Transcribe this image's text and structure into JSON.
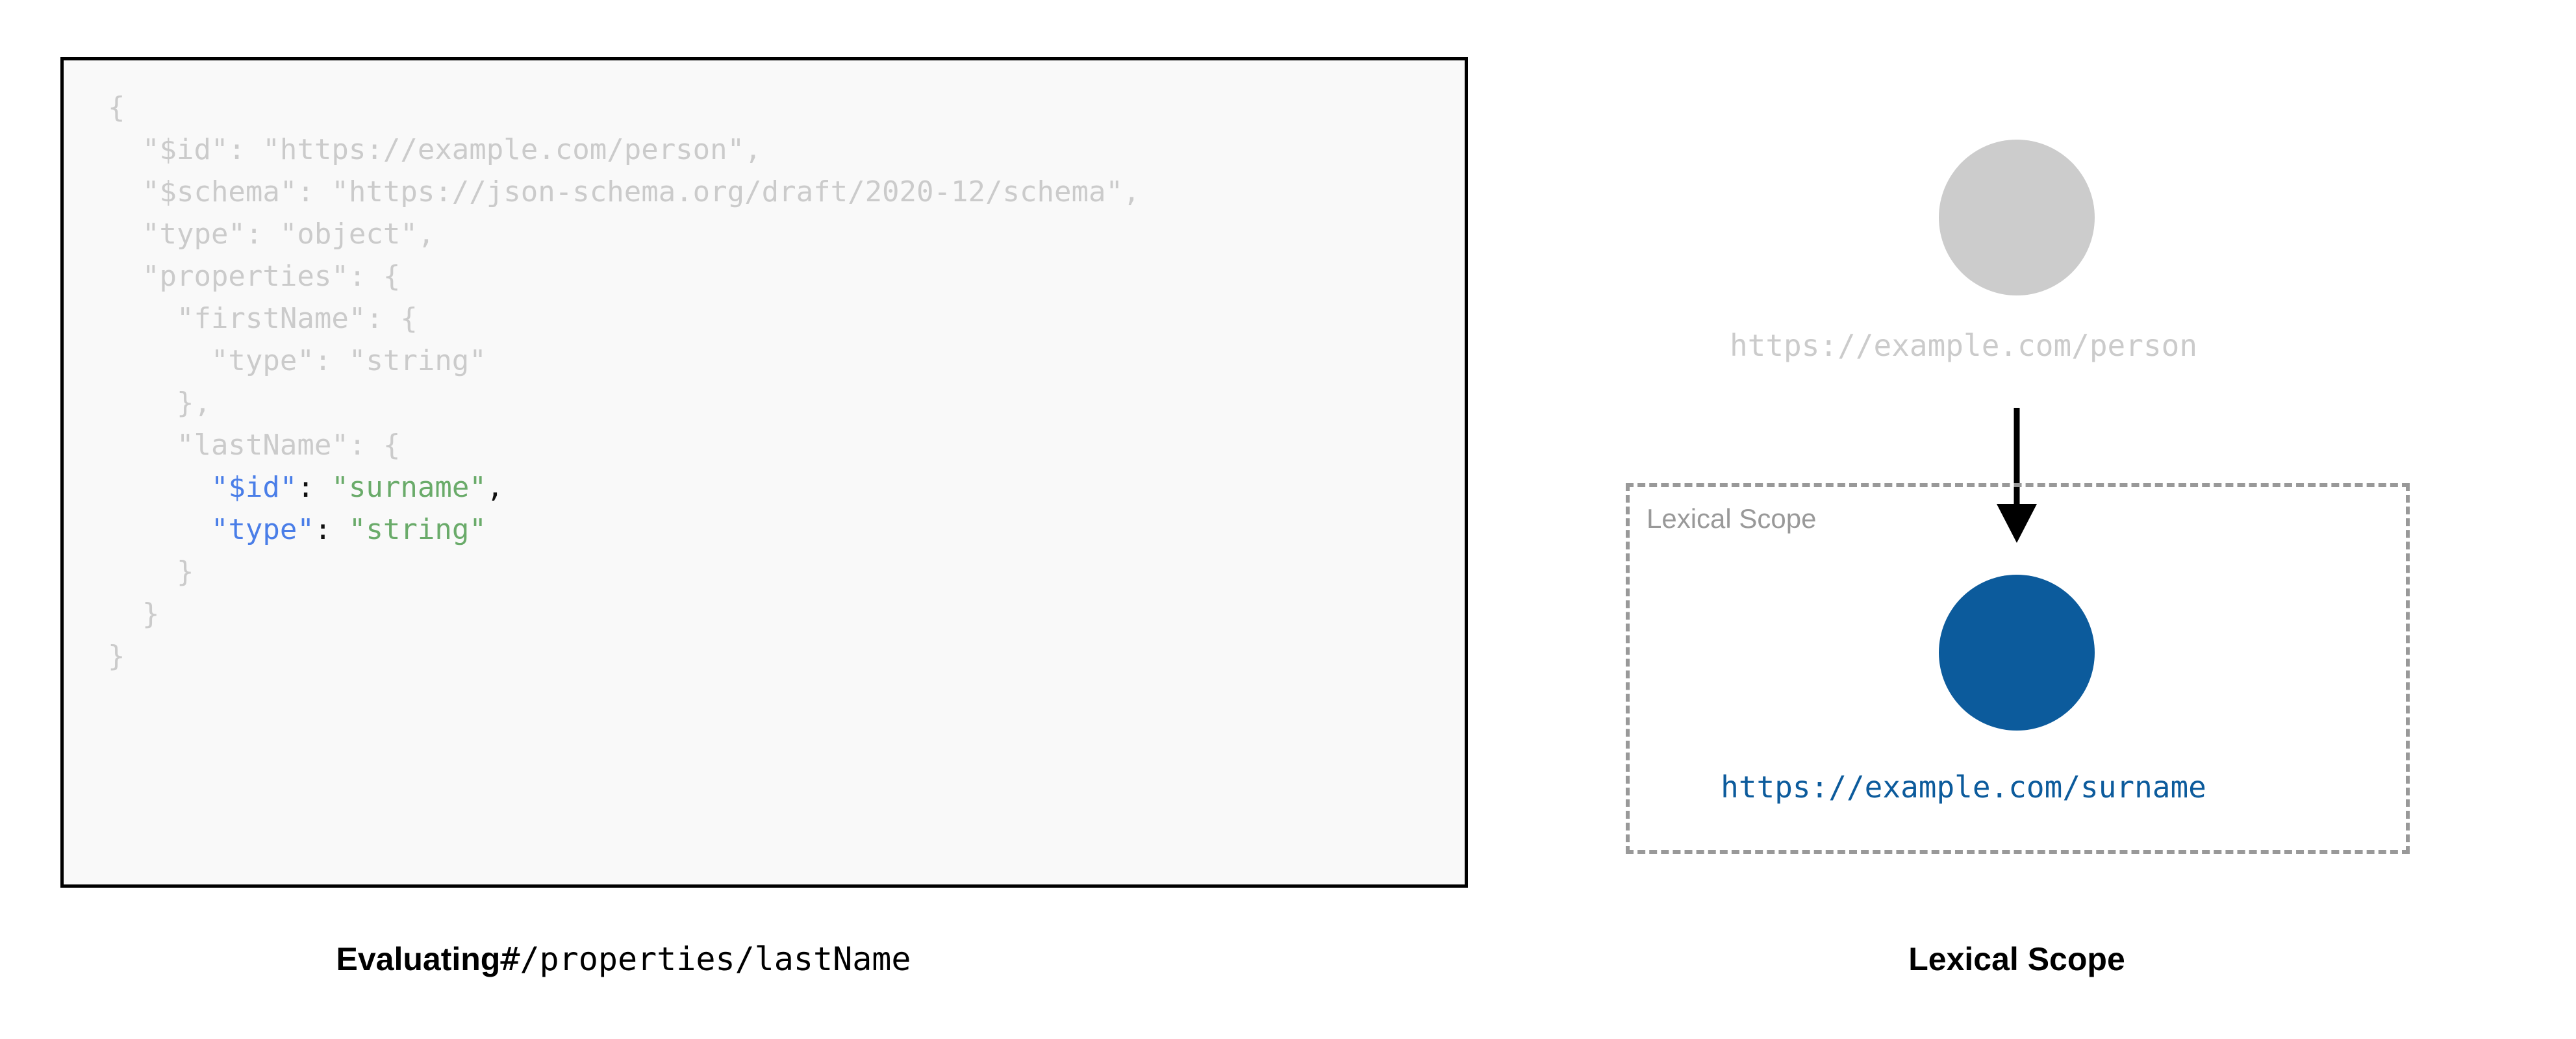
{
  "left": {
    "code_lines": [
      [
        {
          "t": "{",
          "c": "dim"
        }
      ],
      [
        {
          "t": "  \"$id\": \"https://example.com/person\",",
          "c": "dim"
        }
      ],
      [
        {
          "t": "  \"$schema\": \"https://json-schema.org/draft/2020-12/schema\",",
          "c": "dim"
        }
      ],
      [
        {
          "t": "  \"type\": \"object\",",
          "c": "dim"
        }
      ],
      [
        {
          "t": "  \"properties\": {",
          "c": "dim"
        }
      ],
      [
        {
          "t": "    \"firstName\": {",
          "c": "dim"
        }
      ],
      [
        {
          "t": "      \"type\": \"string\"",
          "c": "dim"
        }
      ],
      [
        {
          "t": "    },",
          "c": "dim"
        }
      ],
      [
        {
          "t": "    \"lastName\": {",
          "c": "dim"
        }
      ],
      [
        {
          "t": "      ",
          "c": "dim"
        },
        {
          "t": "\"$id\"",
          "c": "key"
        },
        {
          "t": ":",
          "c": "punct"
        },
        {
          "t": " ",
          "c": "dim"
        },
        {
          "t": "\"surname\"",
          "c": "val"
        },
        {
          "t": ",",
          "c": "punct"
        }
      ],
      [
        {
          "t": "      ",
          "c": "dim"
        },
        {
          "t": "\"type\"",
          "c": "key"
        },
        {
          "t": ":",
          "c": "punct"
        },
        {
          "t": " ",
          "c": "dim"
        },
        {
          "t": "\"string\"",
          "c": "val"
        }
      ],
      [
        {
          "t": "    }",
          "c": "dim"
        }
      ],
      [
        {
          "t": "  }",
          "c": "dim"
        }
      ],
      [
        {
          "t": "}",
          "c": "dim"
        }
      ]
    ],
    "caption_bold": "Evaluating",
    "caption_mono": "#/properties/lastName"
  },
  "right": {
    "root_node_label": "https://example.com/person",
    "scoped_node_label": "https://example.com/surname",
    "scope_box_label": "Lexical Scope",
    "caption": "Lexical Scope"
  },
  "colors": {
    "code_dim": "#cbcbcb",
    "code_key_blue": "#4a7ee8",
    "code_value_green": "#6aab6a",
    "code_bg": "#f9f9f9",
    "code_border": "#000000",
    "node_gray": "#cccccc",
    "node_blue": "#0c5b9c",
    "scope_dash_gray": "#999999",
    "arrow_black": "#000000"
  }
}
